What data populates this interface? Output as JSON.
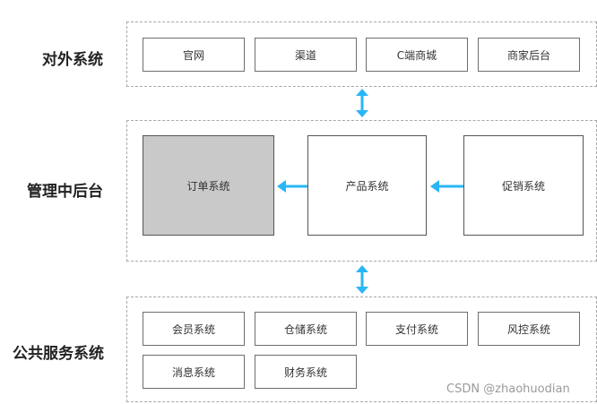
{
  "layers": {
    "external": {
      "label": "对外系统",
      "items": [
        "官网",
        "渠道",
        "C端商城",
        "商家后台"
      ]
    },
    "middle": {
      "label": "管理中后台",
      "items": [
        "订单系统",
        "产品系统",
        "促销系统"
      ]
    },
    "public": {
      "label": "公共服务系统",
      "items": [
        "会员系统",
        "仓储系统",
        "支付系统",
        "风控系统",
        "消息系统",
        "财务系统"
      ]
    }
  },
  "colors": {
    "arrow": "#29b6f6",
    "highlight_fill": "#c9c9c9",
    "dashed_border": "#a8a8a8",
    "box_border": "#6e6e6e"
  },
  "watermark": "CSDN @zhaohuodian"
}
